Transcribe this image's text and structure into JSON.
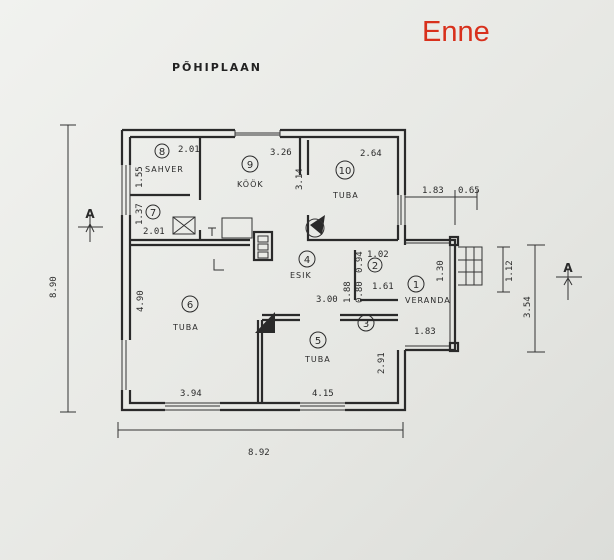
{
  "corner_label": "Enne",
  "plan_title": "PÕHIPLAAN",
  "section_mark": "A",
  "overall": {
    "height": "8.90",
    "width": "8.92"
  },
  "rooms": [
    {
      "no": "1",
      "name": "VERANDA"
    },
    {
      "no": "2",
      "name": ""
    },
    {
      "no": "3",
      "name": ""
    },
    {
      "no": "4",
      "name": "ESIK"
    },
    {
      "no": "5",
      "name": "TUBA"
    },
    {
      "no": "6",
      "name": "TUBA"
    },
    {
      "no": "7",
      "name": ""
    },
    {
      "no": "8",
      "name": "SAHVER"
    },
    {
      "no": "9",
      "name": "KÖÖK"
    },
    {
      "no": "10",
      "name": "TUBA"
    }
  ],
  "dims": {
    "sahver_w": "2.01",
    "sahver_h": "1.55",
    "r7_h": "1.37",
    "r7_w": "2.01",
    "kook_w": "3.26",
    "kook_h": "3.14",
    "tuba10_w": "2.64",
    "r2_w": "1.02",
    "r2_h": "0.94",
    "esik_h": "1.88",
    "r3_h": "0.80",
    "r3_w": "1.61",
    "esik_w": "3.00",
    "tuba6_h": "4.90",
    "tuba6_w": "3.94",
    "tuba5_w": "4.15",
    "tuba5_h": "2.91",
    "veranda_h": "1.30",
    "veranda_w": "1.83",
    "top_183": "1.83",
    "top_065": "0.65",
    "right_112": "1.12",
    "right_354": "3.54"
  }
}
